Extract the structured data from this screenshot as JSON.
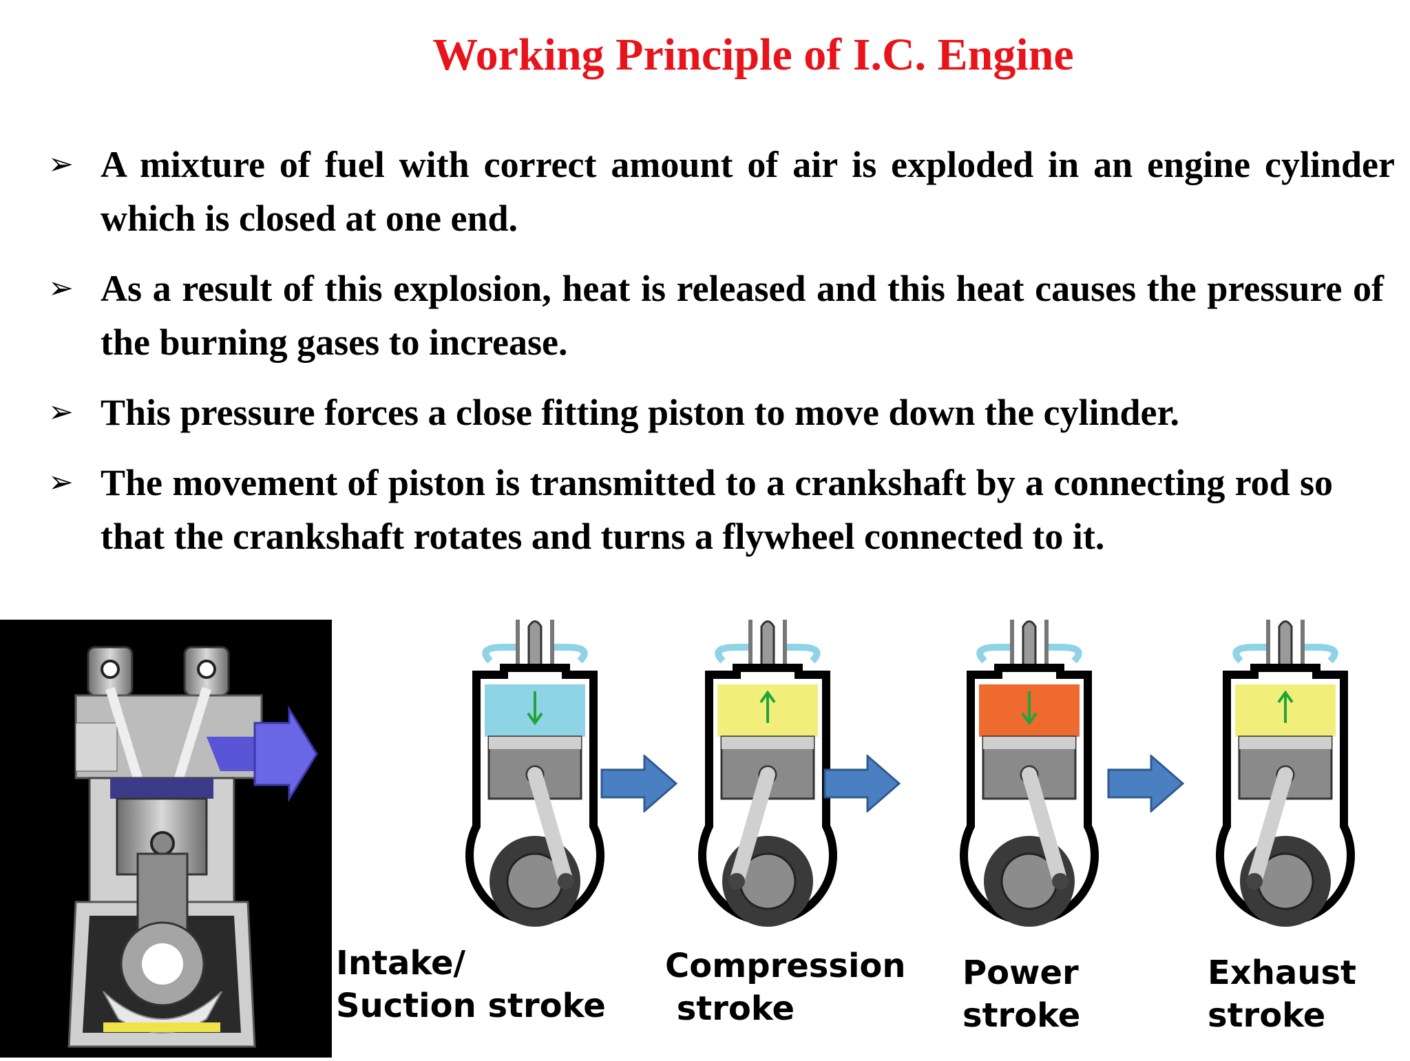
{
  "title": "Working Principle of I.C. Engine",
  "bullet_marker": "➢",
  "bullets": [
    "A mixture of fuel with correct amount of air is  exploded in an engine cylinder which is closed at one end.",
    "As a result of this explosion, heat is released and  this heat causes the pressure of the burning gases to increase.",
    "This pressure forces a close fitting piston to move down the cylinder.",
    "The movement of piston is transmitted to a  crankshaft by a connecting rod so that the  crankshaft rotates and turns a flywheel  connected to it."
  ],
  "strokes": [
    {
      "label": "Intake/\nSuction stroke",
      "gas_color": "#8fd3e6",
      "motion": "down"
    },
    {
      "label": "Compression\n stroke",
      "gas_color": "#f2ee7a",
      "motion": "up"
    },
    {
      "label": "Power\nstroke",
      "gas_color": "#ee6a2f",
      "motion": "down"
    },
    {
      "label": "Exhaust\nstroke",
      "gas_color": "#f2ee7a",
      "motion": "up"
    }
  ],
  "colors": {
    "title": "#e8141b",
    "arrow_fill": "#4a7fc1",
    "arrow_stroke": "#2e5a8f",
    "motion_arrow": "#21a53a",
    "intake_manifold": "#5a55d6"
  }
}
